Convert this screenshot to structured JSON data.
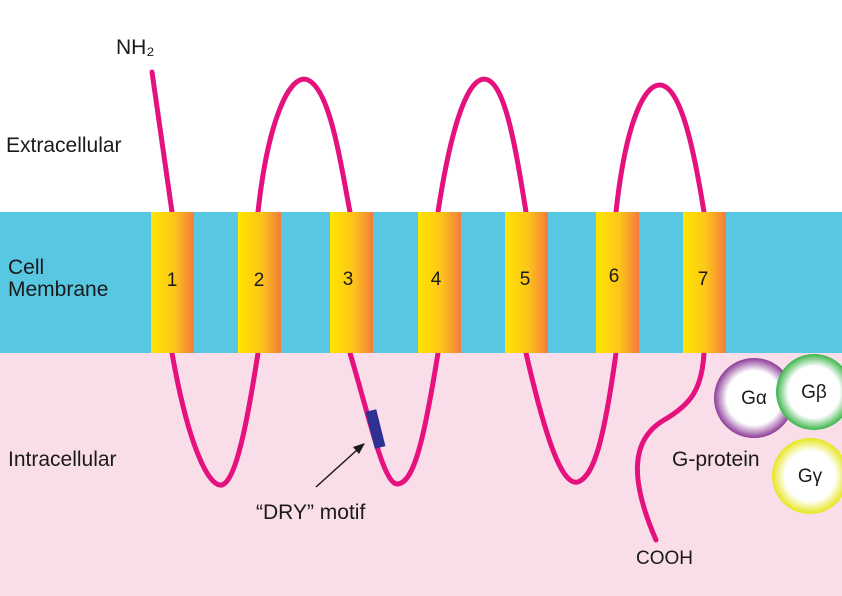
{
  "labels": {
    "extracellular": "Extracellular",
    "membrane_line1": "Cell",
    "membrane_line2": "Membrane",
    "intracellular": "Intracellular",
    "n_terminus": "NH₂",
    "c_terminus": "COOH",
    "dry_motif": "“DRY” motif",
    "g_protein": "G-protein"
  },
  "helices": [
    "1",
    "2",
    "3",
    "4",
    "5",
    "6",
    "7"
  ],
  "g_protein_subunits": {
    "alpha": "Gα",
    "beta": "Gβ",
    "gamma": "Gγ"
  },
  "colors": {
    "extracellular_bg": "#ffffff",
    "membrane": "#58c8e2",
    "intracellular_bg": "#f9dde9",
    "chain": "#e5117e",
    "dry_motif": "#2e3192",
    "helix_left": "#ffe600",
    "helix_right": "#f47b3c",
    "g_alpha_ring": "#8d3a97",
    "g_beta_ring": "#3cb54a",
    "g_gamma_ring": "#e6e61e"
  }
}
